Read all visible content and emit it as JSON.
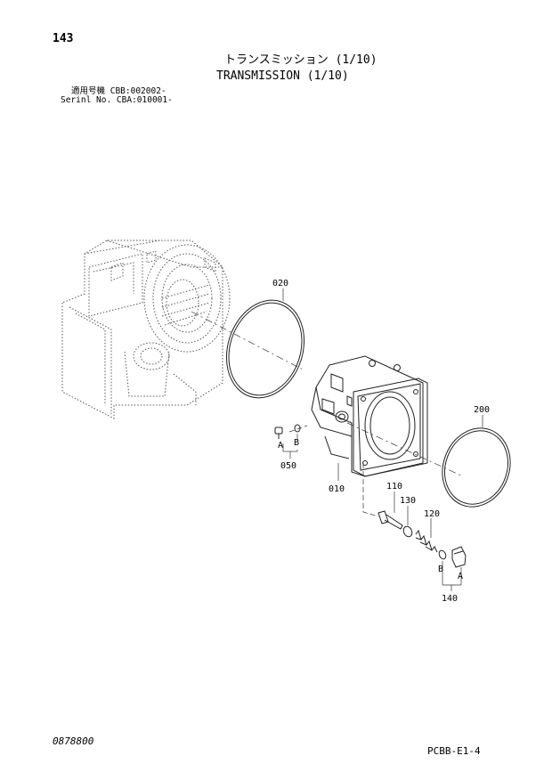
{
  "header": {
    "page_number": "143",
    "title_jp": "トランスミッション (1/10)",
    "title_en": "TRANSMISSION (1/10)",
    "applicability_line1": "適用号機 CBB:002002-",
    "applicability_line2": "Serinl No. CBA:010001-"
  },
  "callouts": {
    "p020": "020",
    "p200": "200",
    "p010": "010",
    "p050": "050",
    "p110": "110",
    "p120": "120",
    "p130": "130",
    "p140": "140",
    "ref_a_left": "A",
    "ref_b_left": "B",
    "ref_b_right": "B",
    "ref_a_right": "A"
  },
  "footer": {
    "doc_code": "0878800",
    "page_code": "PCBB-E1-4"
  }
}
